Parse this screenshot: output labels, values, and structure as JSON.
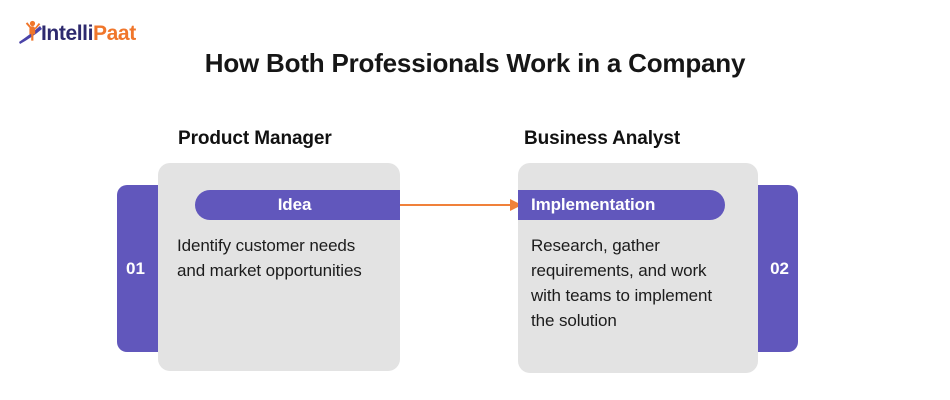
{
  "brand": {
    "name_part1": "Intelli",
    "name_part2": "Paat",
    "mark_icon": "person-raising-arms-icon",
    "color_dark": "#2e2a6e",
    "color_orange": "#f0762b"
  },
  "header": {
    "title": "How Both Professionals Work in a Company"
  },
  "columns": [
    {
      "heading": "Product Manager"
    },
    {
      "heading": "Business Analyst"
    }
  ],
  "steps": [
    {
      "number": "01",
      "pill_label": "Idea",
      "body": "Identify customer needs and market opportunities"
    },
    {
      "number": "02",
      "pill_label": "Implementation",
      "body": "Research, gather requirements, and work with teams to implement the solution"
    }
  ],
  "connector": {
    "icon": "arrow-right-icon",
    "color": "#f0813a"
  },
  "theme": {
    "purple": "#6157bc",
    "card_gray": "#e3e3e3",
    "text_dark": "#161616",
    "background": "#ffffff"
  }
}
